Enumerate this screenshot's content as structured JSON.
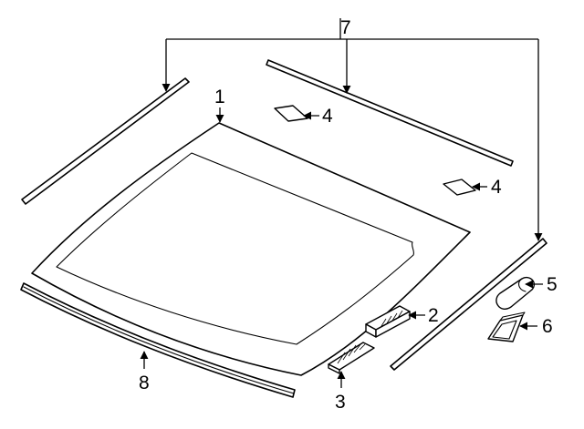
{
  "callouts": {
    "c1": "1",
    "c2": "2",
    "c3": "3",
    "c4a": "4",
    "c4b": "4",
    "c5": "5",
    "c6": "6",
    "c7": "7",
    "c8": "8"
  }
}
